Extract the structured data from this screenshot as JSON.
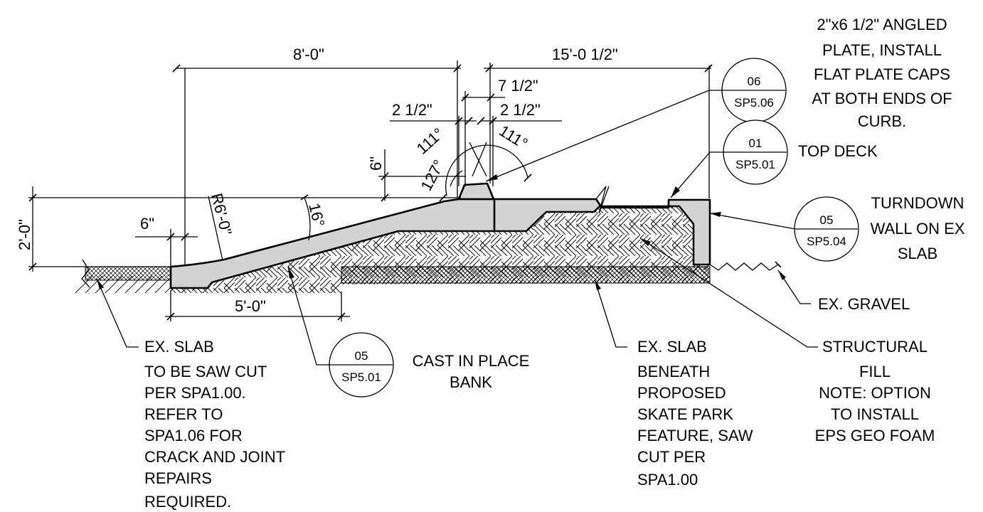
{
  "dimensions": {
    "d_8ft": "8'-0\"",
    "d_15ft": "15'-0 1/2\"",
    "d_7half": "7 1/2\"",
    "d_2half_left": "2 1/2\"",
    "d_2half_right": "2 1/2\"",
    "d_6in_vert": "6\"",
    "d_2ft": "2'-0\"",
    "d_6in": "6\"",
    "d_5ft": "5'-0\"",
    "d_r6ft": "R6'-0\"",
    "d_16deg": "16°",
    "d_111_left": "111°",
    "d_111_right": "111°",
    "d_127": "127°"
  },
  "callouts": {
    "angled_plate": {
      "num": "06",
      "sheet": "SP5.06",
      "lines": [
        "2\"x6 1/2\" ANGLED",
        "PLATE, INSTALL",
        "FLAT PLATE CAPS",
        "AT BOTH ENDS OF",
        "CURB."
      ]
    },
    "top_deck": {
      "num": "01",
      "sheet": "SP5.01",
      "lines": [
        "TOP DECK"
      ]
    },
    "turndown": {
      "num": "05",
      "sheet": "SP5.04",
      "lines": [
        "TURNDOWN",
        "WALL ON EX",
        "SLAB"
      ]
    },
    "bank": {
      "num": "05",
      "sheet": "SP5.01",
      "lines": [
        "CAST IN PLACE",
        "BANK"
      ]
    }
  },
  "notes": {
    "ex_gravel": [
      "EX. GRAVEL"
    ],
    "structural_fill": [
      "STRUCTURAL",
      "FILL",
      "NOTE: OPTION",
      "TO INSTALL",
      "EPS GEO FOAM"
    ],
    "ex_slab_left": [
      "EX. SLAB",
      "TO BE SAW CUT",
      "PER SPA1.00.",
      "REFER TO",
      "SPA1.06 FOR",
      "CRACK AND JOINT",
      "REPAIRS",
      "REQUIRED."
    ],
    "ex_slab_center": [
      "EX. SLAB",
      "BENEATH",
      "PROPOSED",
      "SKATE PARK",
      "FEATURE, SAW",
      "CUT PER",
      "SPA1.00"
    ]
  }
}
